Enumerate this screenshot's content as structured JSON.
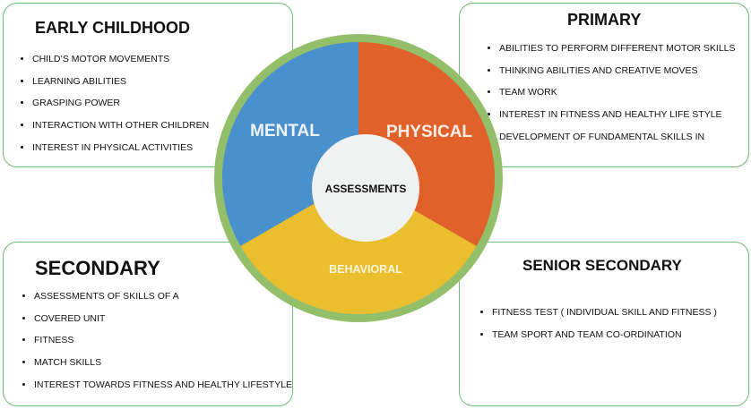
{
  "early_childhood": {
    "title": "EARLY CHILDHOOD",
    "items": [
      "CHILD’S MOTOR MOVEMENTS",
      "LEARNING ABILITIES",
      "GRASPING POWER",
      "INTERACTION WITH OTHER CHILDREN",
      "INTEREST IN PHYSICAL ACTIVITIES"
    ]
  },
  "primary": {
    "title": "PRIMARY",
    "items": [
      "ABILITIES TO PERFORM DIFFERENT MOTOR SKILLS",
      "THINKING ABILITIES AND CREATIVE MOVES",
      "TEAM WORK",
      "INTEREST IN FITNESS AND HEALTHY LIFE STYLE",
      "DEVELOPMENT OF FUNDAMENTAL SKILLS IN"
    ]
  },
  "secondary": {
    "title": "SECONDARY",
    "items": [
      "ASSESSMENTS OF SKILLS OF A",
      "COVERED UNIT",
      "FITNESS",
      "MATCH SKILLS",
      "INTEREST TOWARDS FITNESS AND HEALTHY LIFESTYLE"
    ]
  },
  "senior_secondary": {
    "title": "SENIOR SECONDARY",
    "items": [
      "FITNESS TEST ( INDIVIDUAL SKILL AND  FITNESS )",
      "TEAM SPORT AND TEAM CO-ORDINATION"
    ]
  },
  "wheel": {
    "center": "ASSESSMENTS",
    "segments": [
      {
        "label": "MENTAL",
        "color": "#4a90cd"
      },
      {
        "label": "PHYSICAL",
        "color": "#e0622a"
      },
      {
        "label": "BEHAVIORAL",
        "color": "#ebbe2e"
      }
    ],
    "ring_color": "#93bf6a",
    "center_color": "#f0f1f1"
  }
}
